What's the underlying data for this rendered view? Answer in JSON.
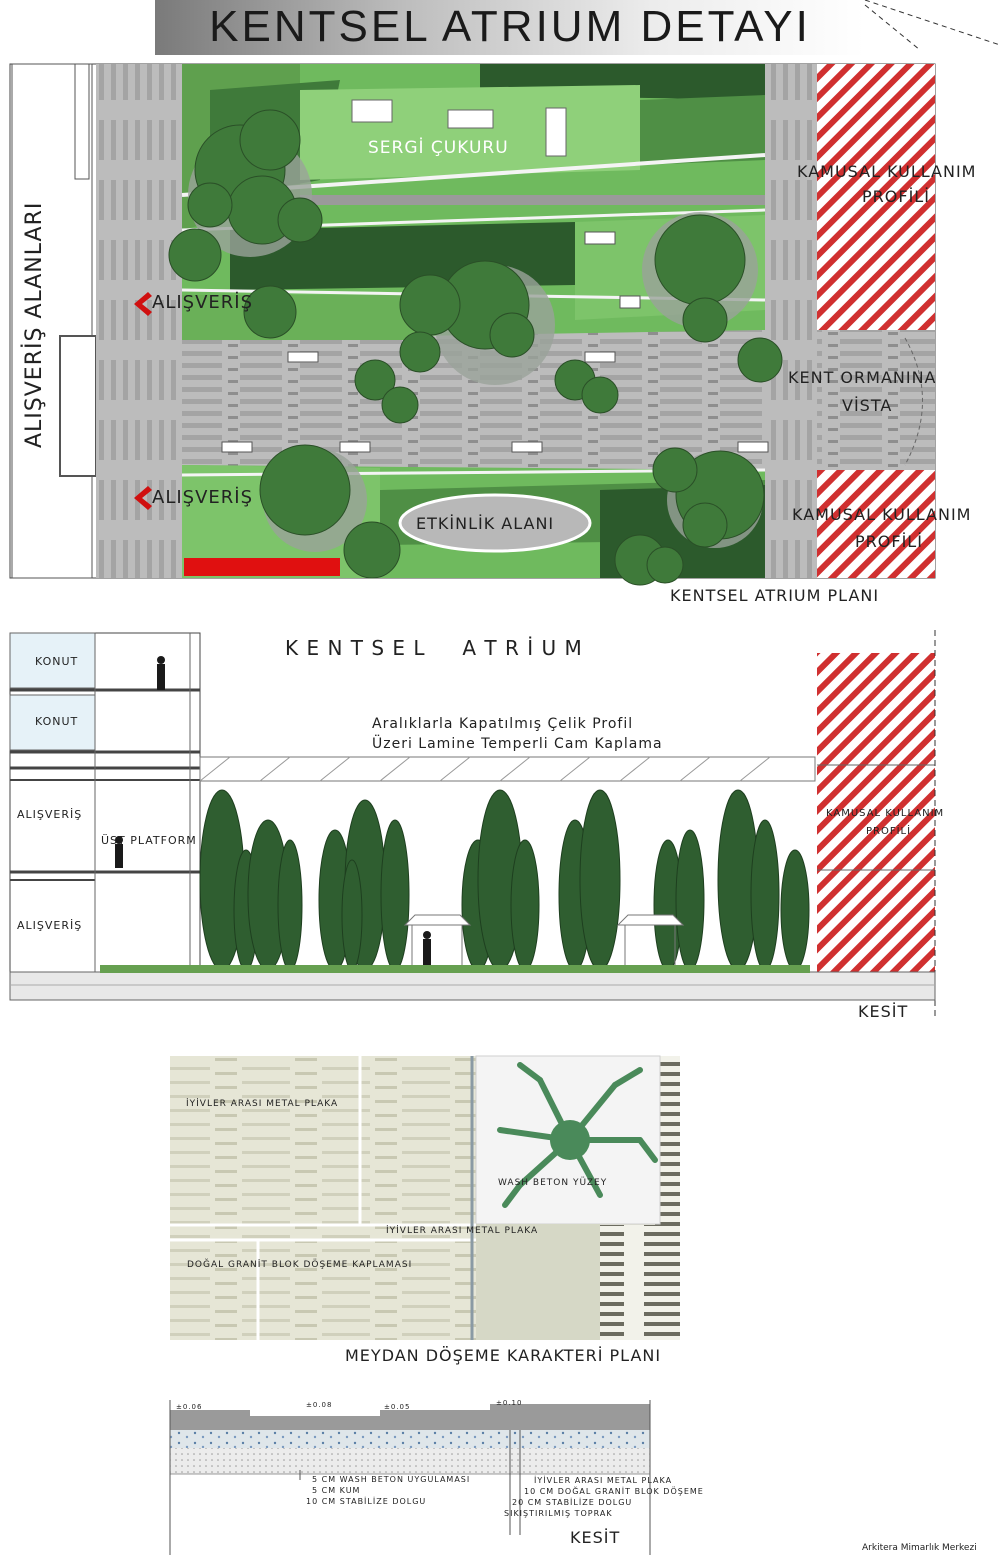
{
  "title": "KENTSEL ATRIUM DETAYI",
  "plan": {
    "side_label": "ALIŞVERİŞ ALANLARI",
    "shopping_top": "ALIŞVERİŞ",
    "shopping_bottom": "ALIŞVERİŞ",
    "sergi": "SERGİ ÇUKURU",
    "public_top_1": "KAMUSAL KULLANIM",
    "public_top_2": "PROFİLİ",
    "vista_1": "KENT ORMANINA",
    "vista_2": "VİSTA",
    "public_bot_1": "KAMUSAL KULLANIM",
    "public_bot_2": "PROFİLİ",
    "event": "ETKİNLİK ALANI",
    "caption": "KENTSEL ATRIUM PLANI"
  },
  "section": {
    "heading": "K E N T S E L     A T R İ U M",
    "roof_note_1": "Aralıklarla Kapatılmış Çelik Profil",
    "roof_note_2": "Üzeri Lamine Temperli Cam Kaplama",
    "konut_1": "KONUT",
    "konut_2": "KONUT",
    "alisveris_1": "ALIŞVERİŞ",
    "alisveris_2": "ALIŞVERİŞ",
    "ust_platform": "ÜST PLATFORM",
    "public_1": "KAMUSAL KULLANIM",
    "public_2": "PROFİLİ",
    "caption": "KESİT"
  },
  "paving": {
    "note_metal_1": "İYİVLER ARASI METAL PLAKA",
    "note_metal_2": "İYİVLER ARASI METAL PLAKA",
    "note_granit": "DOĞAL GRANİT BLOK DÖŞEME KAPLAMASI",
    "note_wash": "WASH BETON YÜZEY",
    "caption": "MEYDAN DÖŞEME KARAKTERİ PLANI"
  },
  "detail": {
    "level_1": "±0.06",
    "level_2": "±0.08",
    "level_3": "±0.05",
    "level_4": "±0.10",
    "left_1": "5 CM WASH BETON UYGULAMASI",
    "left_2": "5 CM KUM",
    "left_3": "10 CM STABİLİZE DOLGU",
    "right_1": "İYİVLER ARASI METAL PLAKA",
    "right_2": "10 CM DOĞAL GRANİT BLOK DÖŞEME",
    "right_3": "20 CM STABİLİZE DOLGU",
    "right_4": "SIKIŞTIRILMIŞ TOPRAK",
    "caption": "KESİT"
  },
  "credit": "Arkitera Mimarlık Merkezi",
  "colors": {
    "green_light": "#7dc46a",
    "green_mid": "#5a9a4a",
    "green_dark": "#2c5a2c",
    "tree": "#3f7a3a",
    "paving": "#b8b8b8",
    "hatch_red": "#d03030",
    "accent_red": "#e01010"
  }
}
